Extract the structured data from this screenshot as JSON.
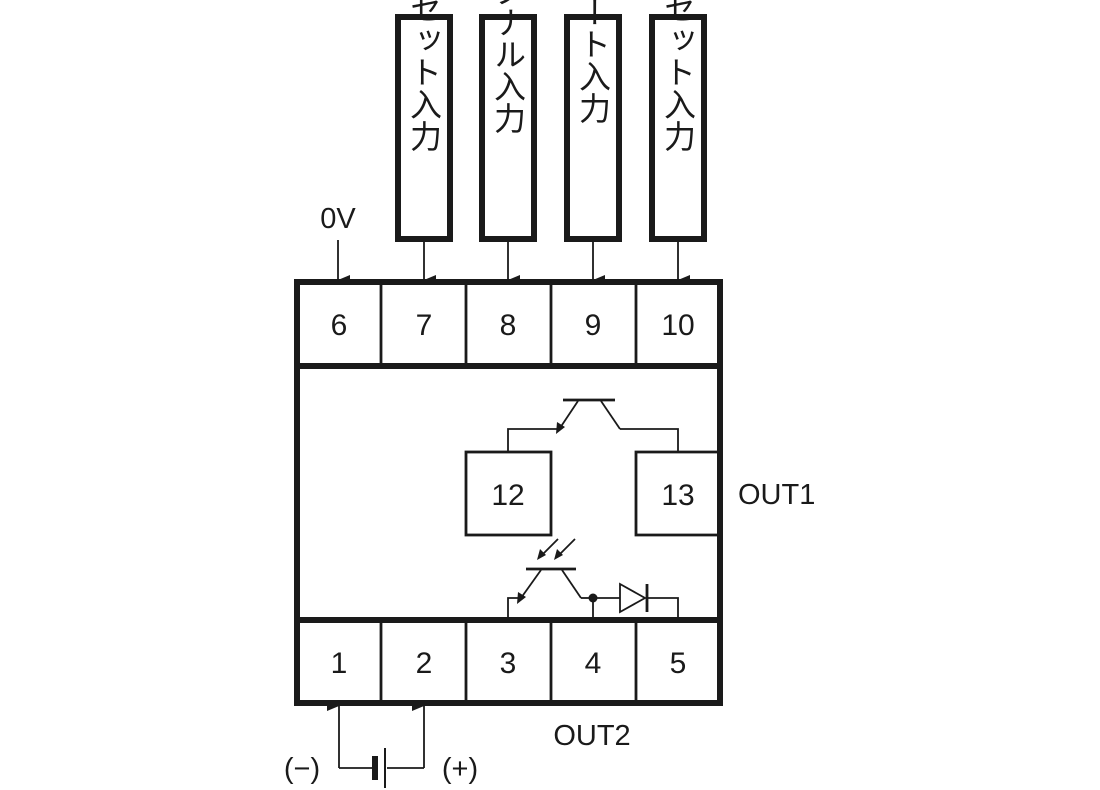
{
  "top_inputs": [
    {
      "label": "リセット入力",
      "pin": "7"
    },
    {
      "label": "シグナル入力",
      "pin": "8"
    },
    {
      "label": "ゲート入力",
      "pin": "9"
    },
    {
      "label": "リセット入力",
      "pin": "10"
    }
  ],
  "zero_volt_label": "0V",
  "top_pins": [
    "6",
    "7",
    "8",
    "9",
    "10"
  ],
  "bottom_pins": [
    "1",
    "2",
    "3",
    "4",
    "5"
  ],
  "inner_pins": [
    "12",
    "13"
  ],
  "out1_label": "OUT1",
  "out2_label": "OUT2",
  "minus_label": "(−)",
  "plus_label": "(+)",
  "line_color": "#1a1a1a"
}
